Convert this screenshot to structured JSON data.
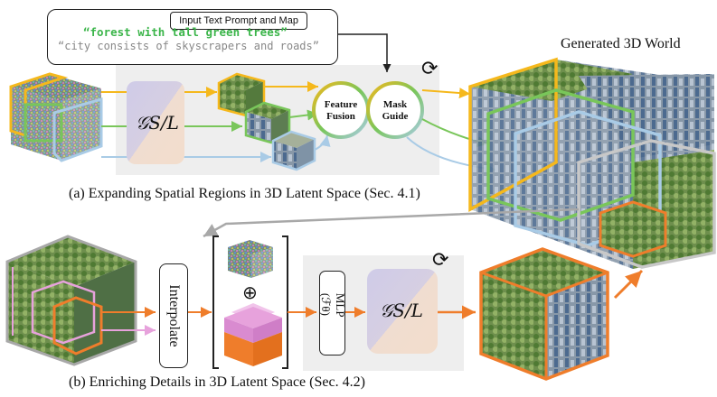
{
  "prompt_box": {
    "title": "Input Text Prompt and Map",
    "prompt_primary": "“forest with tall green trees”",
    "prompt_secondary": "“city consists of skyscrapers and roads”"
  },
  "output_label": "Generated 3D World",
  "stage_a": {
    "model_label": "𝒢S/L",
    "fusion_label": "Feature Fusion",
    "mask_label": "Mask Guide",
    "caption": "(a) Expanding Spatial Regions in 3D Latent Space (Sec. 4.1)"
  },
  "stage_b": {
    "interpolate_label": "Interpolate",
    "plus_symbol": "⊕",
    "mlp_label": "MLP (ℱθ)",
    "model_label": "𝒢S/L",
    "caption": "(b) Enriching Details in 3D Latent Space (Sec. 4.2)"
  },
  "icons": [
    "refresh-icon",
    "fire-icon",
    "map-thumbnail"
  ],
  "colors": {
    "yellow": "#f5b81c",
    "green": "#79c65a",
    "blue": "#a9cbe6",
    "gray": "#a8a8a8",
    "orange": "#ef7d2b",
    "pink": "#e7a2dc",
    "panel": "#eeeeee",
    "prompt_green": "#3bb54a"
  }
}
